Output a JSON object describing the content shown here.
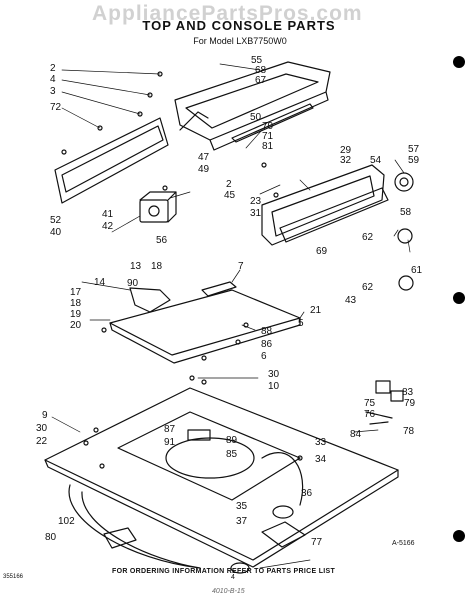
{
  "watermark": "AppliancePartsPros.com",
  "header": {
    "title": "TOP AND CONSOLE PARTS",
    "model_line": "For Model LXB7750W0"
  },
  "footer": {
    "ordering_note": "FOR ORDERING INFORMATION REFER TO PARTS PRICE LIST",
    "diagram_code": "A-5166",
    "page_number": "4",
    "left_stamp": "355166",
    "handwritten_note": "4010-B-15"
  },
  "callouts": {
    "n55": "55",
    "n68": "68",
    "n67": "67",
    "n2a": "2",
    "n4": "4",
    "n3": "3",
    "n72": "72",
    "n50": "50",
    "n70": "70",
    "n71": "71",
    "n81": "81",
    "n47": "47",
    "n49": "49",
    "n29": "29",
    "n32": "32",
    "n54": "54",
    "n57": "57",
    "n59": "59",
    "n58": "58",
    "n2b": "2",
    "n45": "45",
    "n23": "23",
    "n31": "31",
    "n52": "52",
    "n40": "40",
    "n41": "41",
    "n42": "42",
    "n56": "56",
    "n62a": "62",
    "n69": "69",
    "n61": "61",
    "n62b": "62",
    "n43": "43",
    "n13": "13",
    "n18a": "18",
    "n7": "7",
    "n14": "14",
    "n90": "90",
    "n17": "17",
    "n18b": "18",
    "n19": "19",
    "n20": "20",
    "n21": "21",
    "n88": "88",
    "n5": "5",
    "n86": "86",
    "n6": "6",
    "n30a": "30",
    "n10": "10",
    "n9": "9",
    "n30b": "30",
    "n22": "22",
    "n87": "87",
    "n91": "91",
    "n89": "89",
    "n85": "85",
    "n83": "83",
    "n75": "75",
    "n79": "79",
    "n76": "76",
    "n84": "84",
    "n78": "78",
    "n33": "33",
    "n34": "34",
    "n36": "36",
    "n35": "35",
    "n37": "37",
    "n102": "102",
    "n80": "80",
    "n77": "77"
  }
}
